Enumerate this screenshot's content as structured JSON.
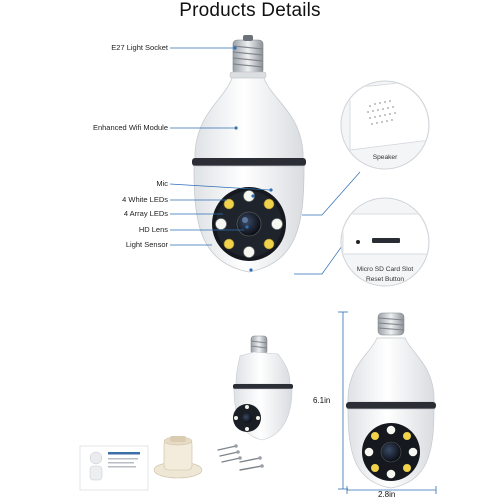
{
  "title": "Products Details",
  "callouts": [
    "E27 Light Socket",
    "Enhanced Wifi Module",
    "Mic",
    "4 White LEDs",
    "4 Array LEDs",
    "HD Lens",
    "Light Sensor"
  ],
  "speaker_label": "Speaker",
  "sd_label": "Micro SD Card Slot",
  "reset_label": "Reset Button",
  "height_label": "6.1in",
  "width_label": "2.8in",
  "colors": {
    "accent": "#2e6fb5",
    "body": "#f4f5f7",
    "lens": "#1b1f26",
    "led_yellow": "#f2d24a"
  }
}
